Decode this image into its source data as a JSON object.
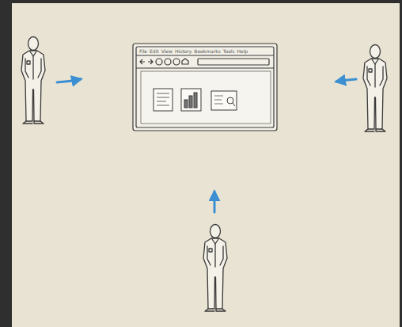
{
  "diagram": {
    "labels": [
      "File",
      "Edit",
      "View",
      "History",
      "Bookmarks",
      "Tools",
      "Help"
    ]
  }
}
